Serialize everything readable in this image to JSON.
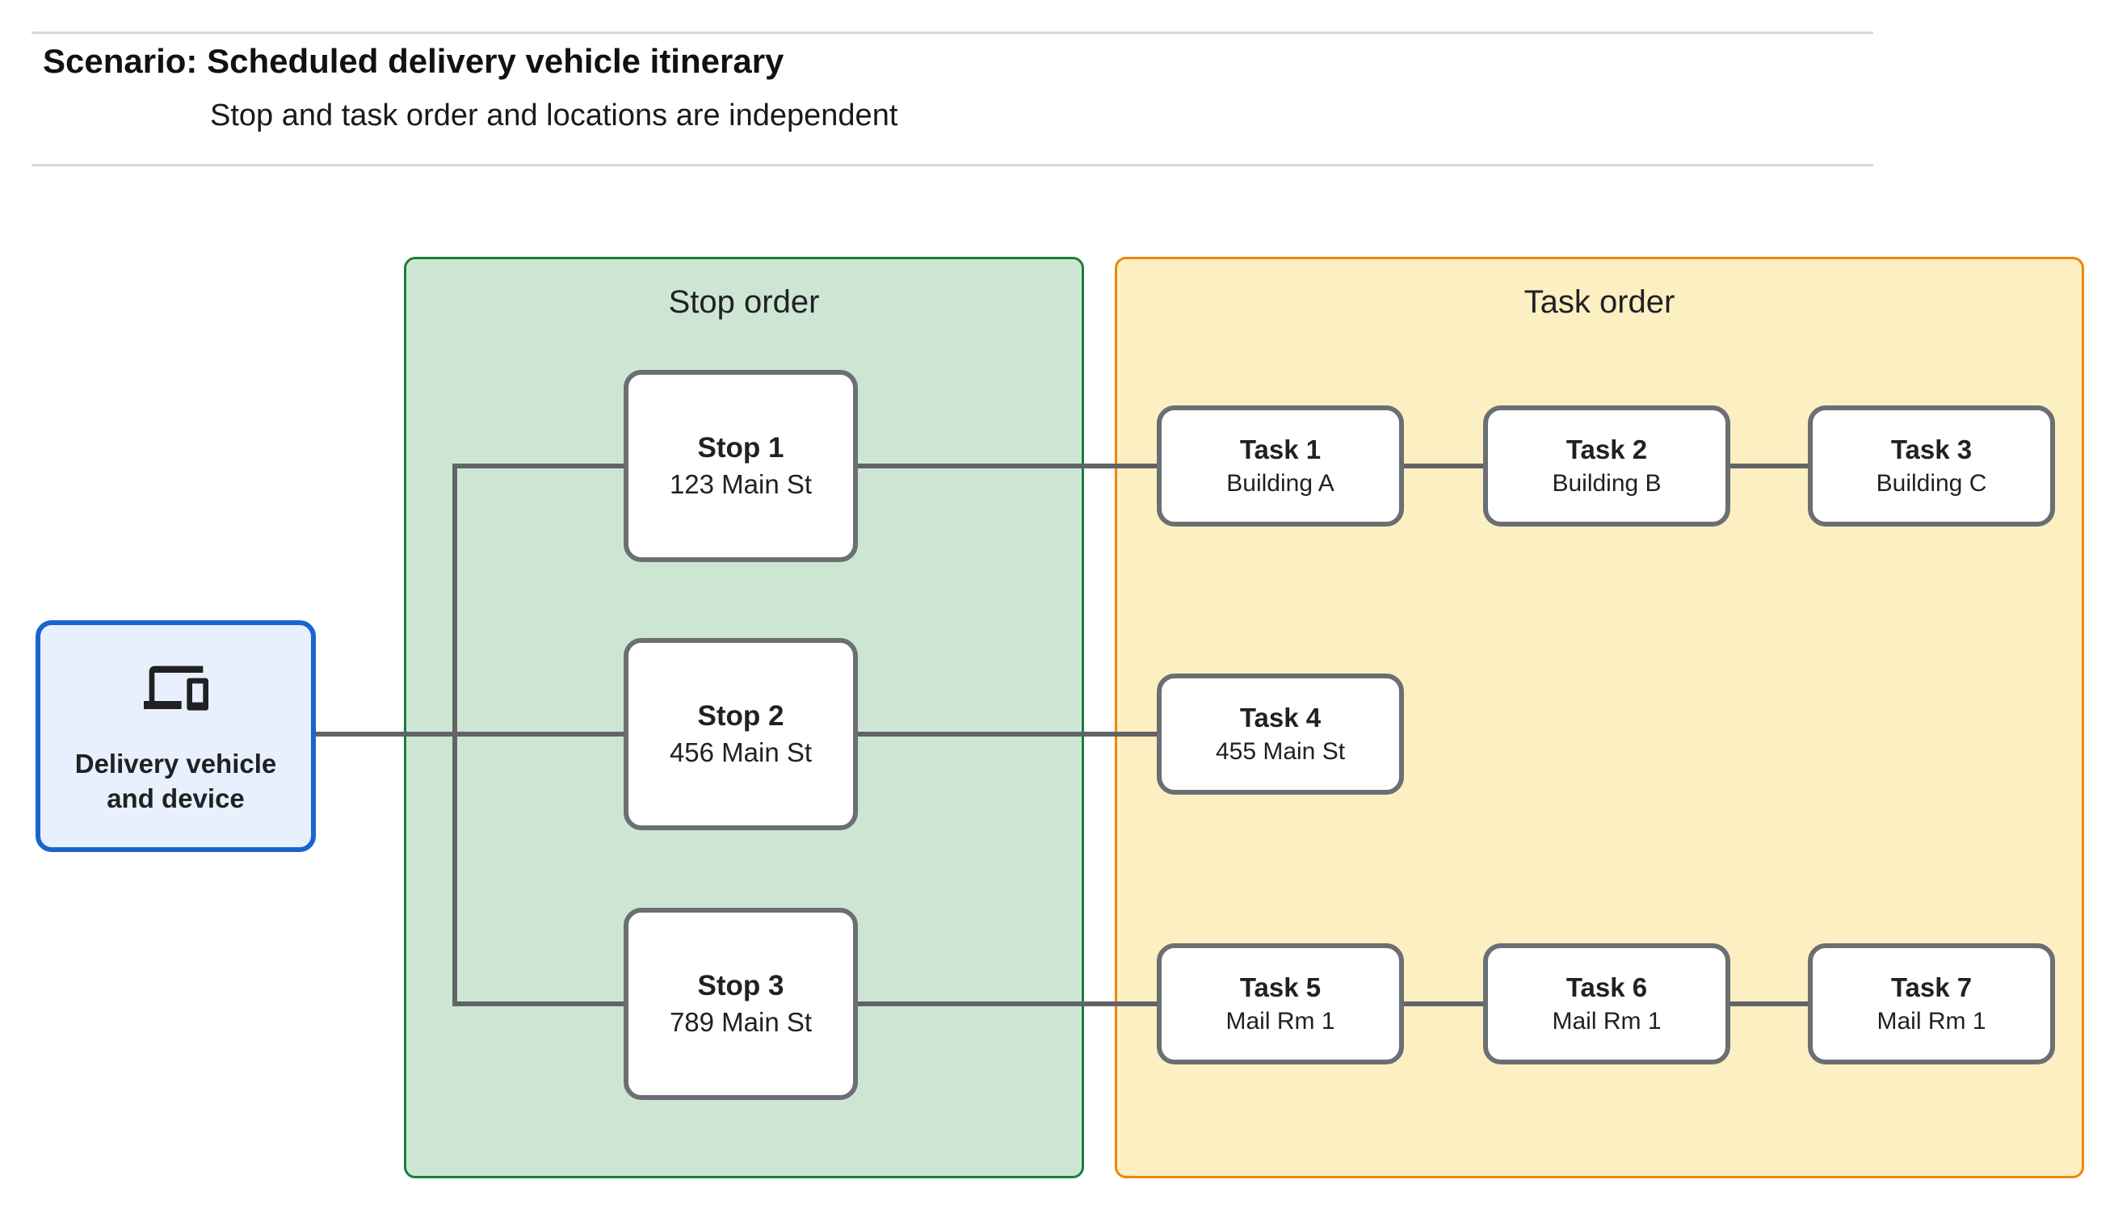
{
  "header": {
    "title": "Scenario: Scheduled delivery vehicle itinerary",
    "subtitle": "Stop and task order and locations are independent"
  },
  "vehicle": {
    "icon": "devices-icon",
    "label_line1": "Delivery vehicle",
    "label_line2": "and device"
  },
  "panels": {
    "stop": {
      "title": "Stop order",
      "fill": "#cde6d4",
      "border": "#188038"
    },
    "task": {
      "title": "Task order",
      "fill": "#fcefc2",
      "border": "#ee8600"
    }
  },
  "stops": [
    {
      "title": "Stop 1",
      "subtitle": "123 Main St"
    },
    {
      "title": "Stop 2",
      "subtitle": "456 Main St"
    },
    {
      "title": "Stop 3",
      "subtitle": "789 Main St"
    }
  ],
  "tasks": [
    {
      "title": "Task 1",
      "subtitle": "Building A"
    },
    {
      "title": "Task 2",
      "subtitle": "Building B"
    },
    {
      "title": "Task 3",
      "subtitle": "Building C"
    },
    {
      "title": "Task 4",
      "subtitle": "455 Main St"
    },
    {
      "title": "Task 5",
      "subtitle": "Mail Rm 1"
    },
    {
      "title": "Task 6",
      "subtitle": "Mail Rm 1"
    },
    {
      "title": "Task 7",
      "subtitle": "Mail Rm 1"
    }
  ],
  "colors": {
    "vehicle_fill": "#e8f0fe",
    "vehicle_border": "#1a64cf",
    "node_border": "#6b6f73",
    "connector": "#616467",
    "rule": "#d9d9d9",
    "text": "#202124"
  }
}
